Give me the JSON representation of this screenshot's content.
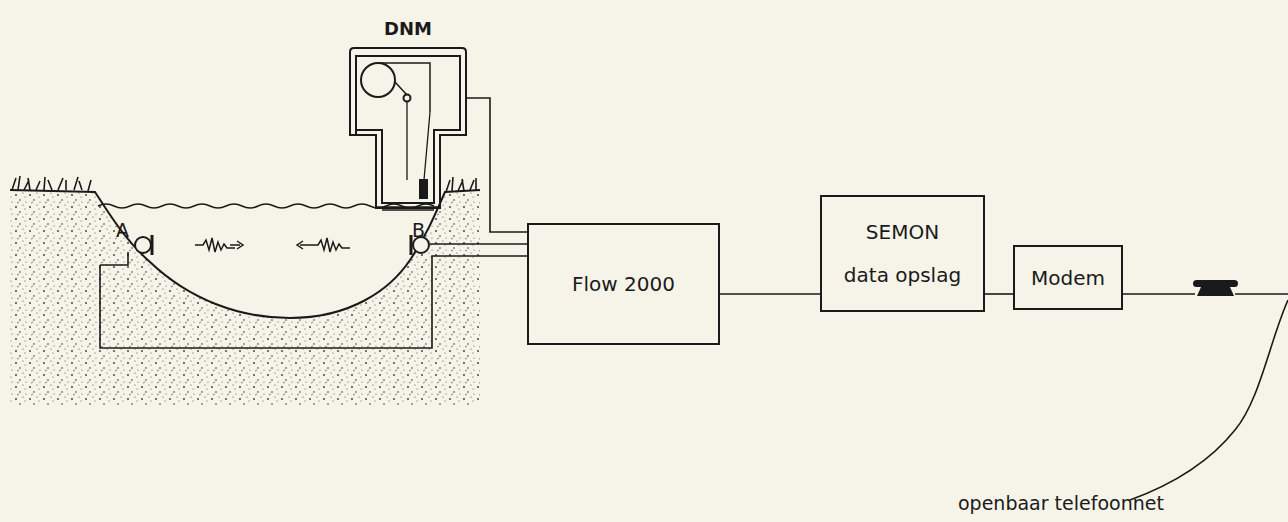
{
  "diagram": {
    "nodes": [
      {
        "text": [
          "DNM"
        ]
      },
      {
        "text": [
          "Flow 2000"
        ]
      },
      {
        "text": [
          "SEMON",
          "data opslag"
        ]
      },
      {
        "text": [
          "Modem"
        ]
      }
    ],
    "edges": [
      {
        "from": 0,
        "to": 1,
        "arrow": "none"
      },
      {
        "from": 1,
        "to": 2,
        "arrow": "none"
      },
      {
        "from": 2,
        "to": 3,
        "arrow": "none"
      }
    ],
    "labels": [
      "A",
      "B",
      "openbaar telefoonnet"
    ]
  }
}
